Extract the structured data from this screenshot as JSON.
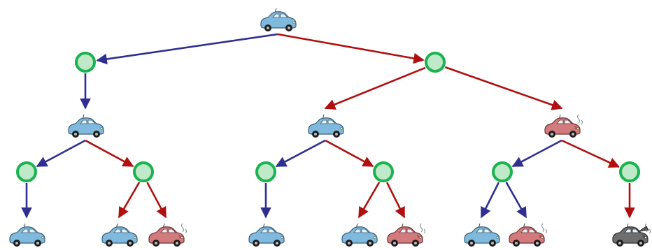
{
  "colors": {
    "edge_blue": "#2f2f91",
    "edge_red": "#b00f0f",
    "node_fill": "#bfe9c8",
    "node_stroke": "#19b34f",
    "car_blue": "#7fb9de",
    "car_red": "#d27a7c",
    "car_gray": "#6e6e6e"
  },
  "cars": [
    {
      "id": "root",
      "state": "blue",
      "icon": "car-icon"
    },
    {
      "id": "l1-left",
      "state": "blue",
      "icon": "car-icon"
    },
    {
      "id": "l1-mid",
      "state": "blue",
      "icon": "car-icon"
    },
    {
      "id": "l1-right",
      "state": "red-damaged",
      "icon": "damaged-car-icon"
    },
    {
      "id": "leaf-1",
      "state": "blue",
      "icon": "car-icon"
    },
    {
      "id": "leaf-2",
      "state": "blue",
      "icon": "car-icon"
    },
    {
      "id": "leaf-3",
      "state": "red-damaged",
      "icon": "damaged-car-icon"
    },
    {
      "id": "leaf-4",
      "state": "blue",
      "icon": "car-icon"
    },
    {
      "id": "leaf-5",
      "state": "blue",
      "icon": "car-icon"
    },
    {
      "id": "leaf-6",
      "state": "red-damaged",
      "icon": "damaged-car-icon"
    },
    {
      "id": "leaf-7",
      "state": "blue",
      "icon": "car-icon"
    },
    {
      "id": "leaf-8",
      "state": "red-damaged",
      "icon": "damaged-car-icon"
    },
    {
      "id": "leaf-9",
      "state": "gray-wrecked",
      "icon": "wrecked-car-icon"
    }
  ],
  "chance_nodes": [
    {
      "id": "c1"
    },
    {
      "id": "c2"
    },
    {
      "id": "c3"
    },
    {
      "id": "c4"
    },
    {
      "id": "c5"
    },
    {
      "id": "c6"
    },
    {
      "id": "c7"
    },
    {
      "id": "c8"
    }
  ],
  "edges": [
    {
      "from": "root",
      "to": "c1",
      "color": "blue"
    },
    {
      "from": "root",
      "to": "c2",
      "color": "red"
    },
    {
      "from": "c1",
      "to": "l1-left",
      "color": "blue"
    },
    {
      "from": "c2",
      "to": "l1-mid",
      "color": "red"
    },
    {
      "from": "c2",
      "to": "l1-right",
      "color": "red"
    },
    {
      "from": "l1-left",
      "to": "c3",
      "color": "blue"
    },
    {
      "from": "l1-left",
      "to": "c4",
      "color": "red"
    },
    {
      "from": "l1-mid",
      "to": "c5",
      "color": "blue"
    },
    {
      "from": "l1-mid",
      "to": "c6",
      "color": "red"
    },
    {
      "from": "l1-right",
      "to": "c7",
      "color": "blue"
    },
    {
      "from": "l1-right",
      "to": "c8",
      "color": "red"
    },
    {
      "from": "c3",
      "to": "leaf-1",
      "color": "blue"
    },
    {
      "from": "c4",
      "to": "leaf-2",
      "color": "red"
    },
    {
      "from": "c4",
      "to": "leaf-3",
      "color": "red"
    },
    {
      "from": "c5",
      "to": "leaf-4",
      "color": "blue"
    },
    {
      "from": "c6",
      "to": "leaf-5",
      "color": "red"
    },
    {
      "from": "c6",
      "to": "leaf-6",
      "color": "red"
    },
    {
      "from": "c7",
      "to": "leaf-7",
      "color": "blue"
    },
    {
      "from": "c7",
      "to": "leaf-8",
      "color": "blue"
    },
    {
      "from": "c8",
      "to": "leaf-9",
      "color": "red"
    }
  ]
}
